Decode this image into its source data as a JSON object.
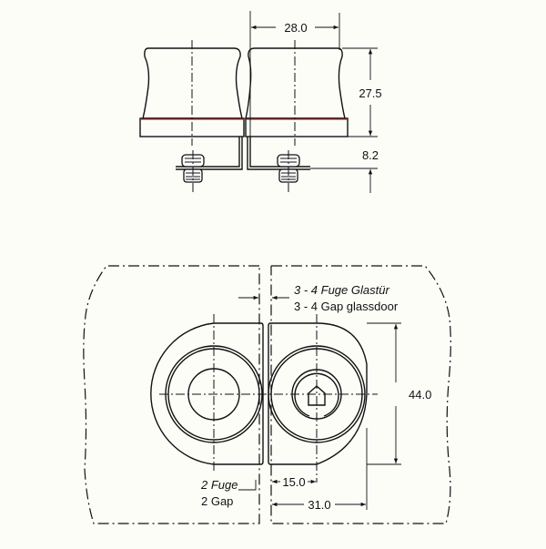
{
  "top_view": {
    "dim_width": "28.0",
    "dim_height": "27.5",
    "dim_base": "8.2"
  },
  "front_view": {
    "gap_label_de": "3 - 4 Fuge Glastür",
    "gap_label_en": "3 - 4 Gap glassdoor",
    "dim_height": "44.0",
    "dim_center": "15.0",
    "dim_depth": "31.0",
    "small_gap_de": "2 Fuge",
    "small_gap_en": "2 Gap"
  }
}
